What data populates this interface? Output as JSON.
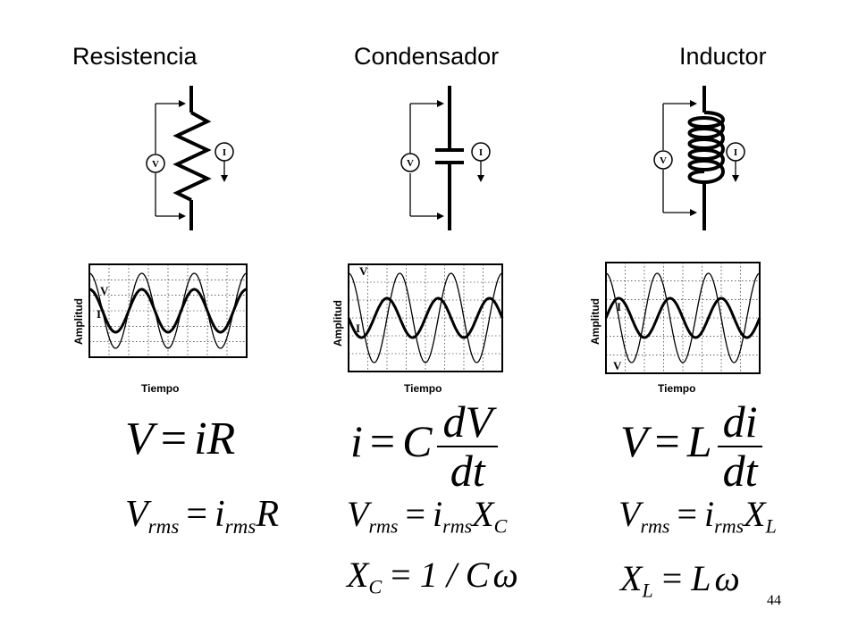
{
  "slide": {
    "page_number": "44"
  },
  "columns": [
    {
      "title": "Resistencia",
      "meter_v": "V",
      "meter_i": "I",
      "plot": {
        "ylabel": "Amplitud",
        "xlabel": "Tiempo",
        "label_a": "V",
        "label_b": "I"
      },
      "eq1": {
        "lhs": "V",
        "eq": "=",
        "rhs": "iR"
      },
      "eq2": {
        "v": "V",
        "v_sub": "rms",
        "eq": "=",
        "i": "i",
        "i_sub": "rms",
        "rest": "R"
      }
    },
    {
      "title": "Condensador",
      "meter_v": "V",
      "meter_i": "I",
      "plot": {
        "ylabel": "Amplitud",
        "xlabel": "Tiempo",
        "label_a": "V",
        "label_b": "I"
      },
      "eq1": {
        "lhs": "i",
        "eq": "=",
        "coef": "C",
        "num": "dV",
        "den": "dt"
      },
      "eq2": {
        "v": "V",
        "v_sub": "rms",
        "eq": "=",
        "i": "i",
        "i_sub": "rms",
        "rest": "X",
        "rest_sub": "C"
      },
      "eq3": {
        "x": "X",
        "x_sub": "C",
        "eq": "=",
        "rhs": "1 / C",
        "omega": "ω"
      }
    },
    {
      "title": "Inductor",
      "meter_v": "V",
      "meter_i": "I",
      "plot": {
        "ylabel": "Amplitud",
        "xlabel": "Tiempo",
        "label_a": "I",
        "label_b": "V"
      },
      "eq1": {
        "lhs": "V",
        "eq": "=",
        "coef": "L",
        "num": "di",
        "den": "dt"
      },
      "eq2": {
        "v": "V",
        "v_sub": "rms",
        "eq": "=",
        "i": "i",
        "i_sub": "rms",
        "rest": "X",
        "rest_sub": "L"
      },
      "eq3": {
        "x": "X",
        "x_sub": "L",
        "eq": "=",
        "rhs": "L",
        "omega": "ω"
      }
    }
  ]
}
